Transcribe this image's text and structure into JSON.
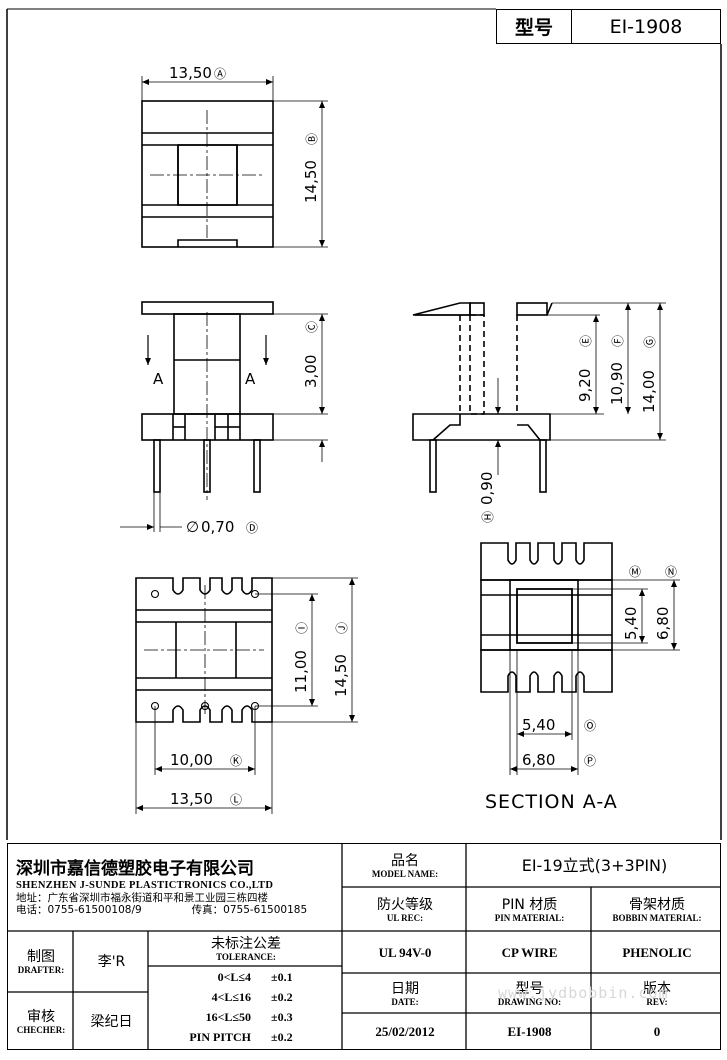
{
  "header": {
    "model_label": "型号",
    "model_value": "EI-1908"
  },
  "dimensions": {
    "A": "13,50",
    "B": "14,50",
    "C": "3,00",
    "D": "0,70",
    "E": "9,20",
    "F": "10,90",
    "G": "14,00",
    "H": "0,90",
    "I": "11,00",
    "J": "14,50",
    "K": "10,00",
    "L": "13,50",
    "M": "5,40",
    "N": "6,80",
    "O": "5,40",
    "P": "6,80"
  },
  "markers": {
    "A": "Ⓐ",
    "B": "Ⓑ",
    "C": "Ⓒ",
    "D": "Ⓓ",
    "E": "Ⓔ",
    "F": "Ⓕ",
    "G": "Ⓖ",
    "H": "Ⓗ",
    "I": "Ⓘ",
    "J": "Ⓙ",
    "K": "Ⓚ",
    "L": "Ⓛ",
    "M": "Ⓜ",
    "N": "Ⓝ",
    "O": "Ⓞ",
    "P": "Ⓟ"
  },
  "section": {
    "arrow_label": "A",
    "caption": "SECTION A-A",
    "diameter_symbol": "∅"
  },
  "company": {
    "name_cn": "深圳市嘉信德塑胶电子有限公司",
    "name_en": "SHENZHEN J-SUNDE PLASTICTRONICS CO.,LTD",
    "address": "地址：广东省深圳市福永街道和平和景工业园三栋四楼",
    "phone": "电话：0755-61500108/9",
    "fax": "传真：0755-61500185"
  },
  "title_block": {
    "model_name_cn": "品名",
    "model_name_en": "MODEL NAME:",
    "model_name_value": "EI-19立式(3+3PIN)",
    "ul_cn": "防火等级",
    "ul_en": "UL REC:",
    "pin_cn": "PIN 材质",
    "pin_en": "PIN MATERIAL:",
    "bobbin_cn": "骨架材质",
    "bobbin_en": "BOBBIN MATERIAL:",
    "drafter_cn": "制图",
    "drafter_en": "DRAFTER:",
    "drafter_value": "李'R",
    "checker_cn": "审核",
    "checker_en": "CHECHER:",
    "checker_value": "梁纪日",
    "tolerance_cn": "未标注公差",
    "tolerance_en": "TOLERANCE:",
    "ul_value": "UL 94V-0",
    "pin_value": "CP WIRE",
    "bobbin_value": "PHENOLIC",
    "date_cn": "日期",
    "date_en": "DATE:",
    "date_value": "25/02/2012",
    "drawing_cn": "型号",
    "drawing_en": "DRAWING NO:",
    "drawing_value": "EI-1908",
    "rev_cn": "版本",
    "rev_en": "REV:",
    "rev_value": "0",
    "watermark": "www.jydbobbin.com"
  },
  "tolerance_rows": [
    {
      "range": "0<L≤4",
      "value": "±0.1"
    },
    {
      "range": "4<L≤16",
      "value": "±0.2"
    },
    {
      "range": "16<L≤50",
      "value": "±0.3"
    },
    {
      "range": "PIN PITCH",
      "value": "±0.2"
    }
  ]
}
